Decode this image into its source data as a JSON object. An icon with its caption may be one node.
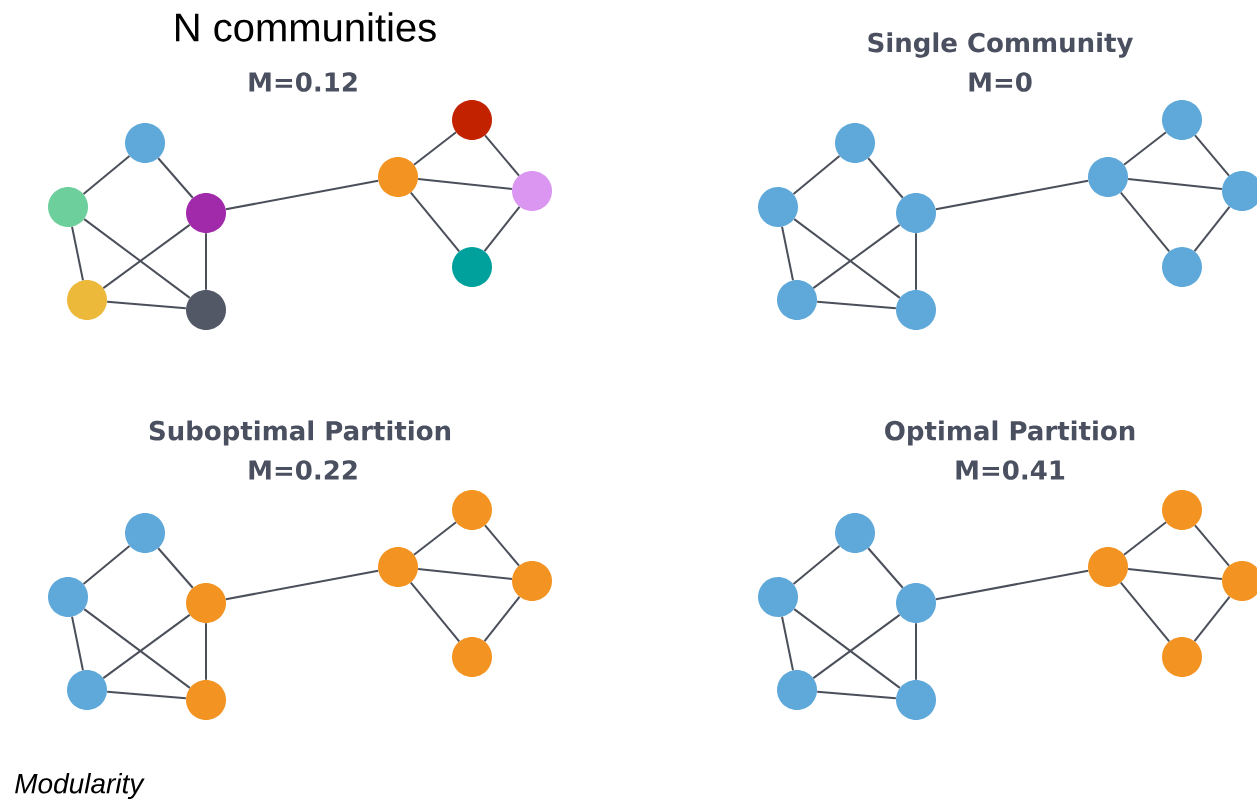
{
  "diagram": {
    "nodes": [
      {
        "text": [],
        "shape": "circle"
      },
      {
        "text": [],
        "shape": "circle"
      },
      {
        "text": [],
        "shape": "circle"
      },
      {
        "text": [],
        "shape": "circle"
      },
      {
        "text": [],
        "shape": "circle"
      },
      {
        "text": [],
        "shape": "circle"
      },
      {
        "text": [],
        "shape": "circle"
      },
      {
        "text": [],
        "shape": "circle"
      },
      {
        "text": [],
        "shape": "circle"
      },
      {
        "text": [],
        "shape": "circle"
      },
      {
        "text": [],
        "shape": "circle"
      },
      {
        "text": [],
        "shape": "circle"
      },
      {
        "text": [],
        "shape": "circle"
      },
      {
        "text": [],
        "shape": "circle"
      },
      {
        "text": [],
        "shape": "circle"
      },
      {
        "text": [],
        "shape": "circle"
      },
      {
        "text": [],
        "shape": "circle"
      },
      {
        "text": [],
        "shape": "circle"
      },
      {
        "text": [],
        "shape": "circle"
      },
      {
        "text": [],
        "shape": "circle"
      },
      {
        "text": [],
        "shape": "circle"
      },
      {
        "text": [],
        "shape": "circle"
      },
      {
        "text": [],
        "shape": "circle"
      },
      {
        "text": [],
        "shape": "circle"
      },
      {
        "text": [],
        "shape": "circle"
      },
      {
        "text": [],
        "shape": "circle"
      },
      {
        "text": [],
        "shape": "circle"
      },
      {
        "text": [],
        "shape": "circle"
      },
      {
        "text": [],
        "shape": "circle"
      },
      {
        "text": [],
        "shape": "circle"
      },
      {
        "text": [],
        "shape": "circle"
      },
      {
        "text": [],
        "shape": "circle"
      },
      {
        "text": [],
        "shape": "circle"
      },
      {
        "text": [],
        "shape": "circle"
      },
      {
        "text": [],
        "shape": "circle"
      },
      {
        "text": [],
        "shape": "circle"
      }
    ],
    "edges": [
      {
        "from": 2,
        "to": 0,
        "arrow": "none"
      },
      {
        "from": 2,
        "to": 3,
        "arrow": "none"
      },
      {
        "from": 0,
        "to": 1,
        "arrow": "none"
      },
      {
        "from": 0,
        "to": 4,
        "arrow": "none"
      },
      {
        "from": 3,
        "to": 1,
        "arrow": "none"
      },
      {
        "from": 3,
        "to": 4,
        "arrow": "none"
      },
      {
        "from": 1,
        "to": 4,
        "arrow": "none"
      },
      {
        "from": 3,
        "to": 5,
        "arrow": "none"
      },
      {
        "from": 5,
        "to": 6,
        "arrow": "none"
      },
      {
        "from": 5,
        "to": 8,
        "arrow": "none"
      },
      {
        "from": 5,
        "to": 7,
        "arrow": "none"
      },
      {
        "from": 6,
        "to": 8,
        "arrow": "none"
      },
      {
        "from": 7,
        "to": 8,
        "arrow": "none"
      },
      {
        "from": 11,
        "to": 9,
        "arrow": "none"
      },
      {
        "from": 11,
        "to": 12,
        "arrow": "none"
      },
      {
        "from": 9,
        "to": 10,
        "arrow": "none"
      },
      {
        "from": 9,
        "to": 13,
        "arrow": "none"
      },
      {
        "from": 12,
        "to": 10,
        "arrow": "none"
      },
      {
        "from": 12,
        "to": 13,
        "arrow": "none"
      },
      {
        "from": 10,
        "to": 13,
        "arrow": "none"
      },
      {
        "from": 12,
        "to": 14,
        "arrow": "none"
      },
      {
        "from": 14,
        "to": 15,
        "arrow": "none"
      },
      {
        "from": 14,
        "to": 17,
        "arrow": "none"
      },
      {
        "from": 14,
        "to": 16,
        "arrow": "none"
      },
      {
        "from": 15,
        "to": 17,
        "arrow": "none"
      },
      {
        "from": 16,
        "to": 17,
        "arrow": "none"
      },
      {
        "from": 20,
        "to": 18,
        "arrow": "none"
      },
      {
        "from": 20,
        "to": 21,
        "arrow": "none"
      },
      {
        "from": 18,
        "to": 19,
        "arrow": "none"
      },
      {
        "from": 18,
        "to": 22,
        "arrow": "none"
      },
      {
        "from": 21,
        "to": 19,
        "arrow": "none"
      },
      {
        "from": 21,
        "to": 22,
        "arrow": "none"
      },
      {
        "from": 19,
        "to": 22,
        "arrow": "none"
      },
      {
        "from": 21,
        "to": 23,
        "arrow": "none"
      },
      {
        "from": 23,
        "to": 24,
        "arrow": "none"
      },
      {
        "from": 23,
        "to": 26,
        "arrow": "none"
      },
      {
        "from": 23,
        "to": 25,
        "arrow": "none"
      },
      {
        "from": 24,
        "to": 26,
        "arrow": "none"
      },
      {
        "from": 25,
        "to": 26,
        "arrow": "none"
      },
      {
        "from": 29,
        "to": 27,
        "arrow": "none"
      },
      {
        "from": 29,
        "to": 30,
        "arrow": "none"
      },
      {
        "from": 27,
        "to": 28,
        "arrow": "none"
      },
      {
        "from": 27,
        "to": 31,
        "arrow": "none"
      },
      {
        "from": 30,
        "to": 28,
        "arrow": "none"
      },
      {
        "from": 30,
        "to": 31,
        "arrow": "none"
      },
      {
        "from": 28,
        "to": 31,
        "arrow": "none"
      },
      {
        "from": 30,
        "to": 32,
        "arrow": "none"
      },
      {
        "from": 32,
        "to": 33,
        "arrow": "none"
      },
      {
        "from": 32,
        "to": 35,
        "arrow": "none"
      },
      {
        "from": 32,
        "to": 34,
        "arrow": "none"
      },
      {
        "from": 33,
        "to": 35,
        "arrow": "none"
      },
      {
        "from": 34,
        "to": 35,
        "arrow": "none"
      }
    ],
    "labels": [
      "N communities",
      "M=0.12",
      "Single Community",
      "M=0",
      "Suboptimal Partition",
      "M=0.22",
      "Optimal Partition",
      "M=0.41",
      "Modularity"
    ]
  }
}
